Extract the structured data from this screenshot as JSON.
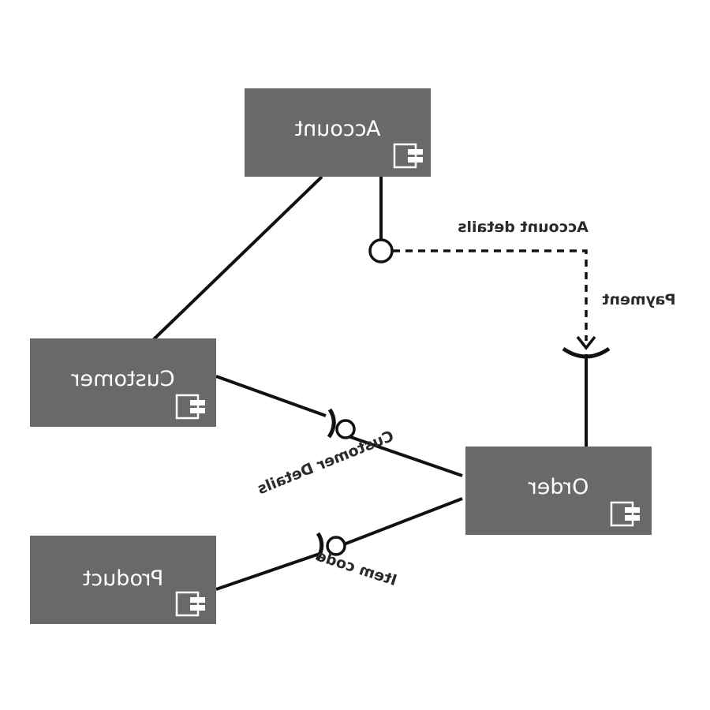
{
  "diagram": {
    "colors": {
      "component_fill": "#696969",
      "component_text": "#ffffff",
      "line": "#111111",
      "label": "#2b2b2b",
      "background": "#ffffff"
    },
    "components": [
      {
        "id": "account",
        "label": "Account",
        "icon": "component-icon"
      },
      {
        "id": "customer",
        "label": "Customer",
        "icon": "component-icon"
      },
      {
        "id": "product",
        "label": "Product",
        "icon": "component-icon"
      },
      {
        "id": "order",
        "label": "Order",
        "icon": "component-icon"
      }
    ],
    "interfaces": {
      "account_details": "Account details",
      "payment": "Payment",
      "customer_details": "Customer Details",
      "item_code": "Item code"
    }
  }
}
